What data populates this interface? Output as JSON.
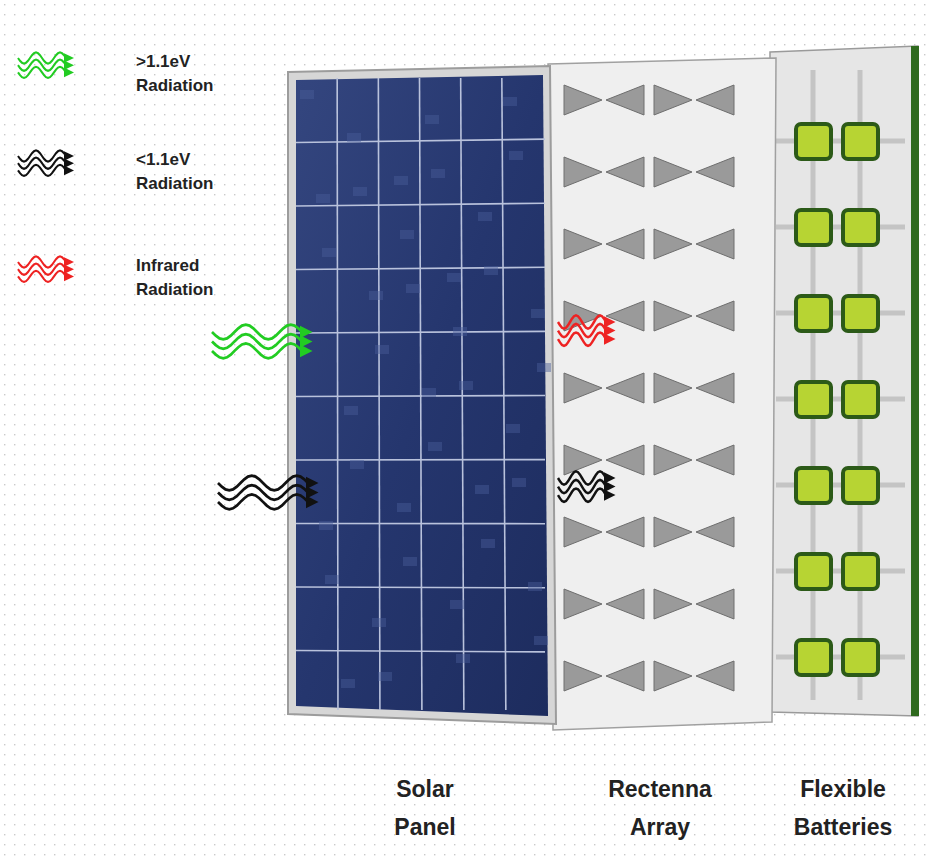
{
  "diagram": {
    "labels": [
      "Solar Panel",
      "Rectenna Array",
      "Flexible Batteries"
    ],
    "legend": [
      {
        "text": ">1.1eV Radiation"
      },
      {
        "text": "<1.1eV Radiation"
      },
      {
        "text": "Infrared Radiation"
      }
    ]
  }
}
